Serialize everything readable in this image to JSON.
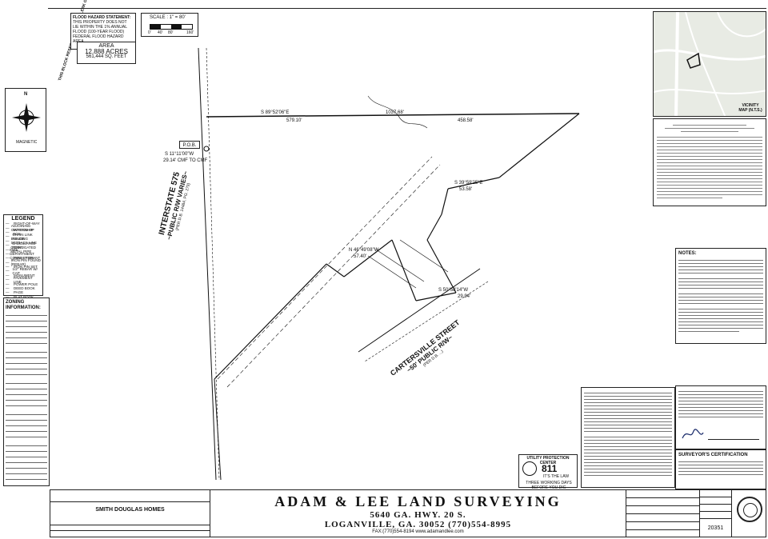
{
  "sheet": {
    "flood_hazard": {
      "title": "FLOOD HAZARD STATEMENT:",
      "text": "THIS PROPERTY DOES NOT LIE WITHIN THE 1% ANNUAL FLOOD (100-YEAR FLOOD) FEDERAL FLOOD HAZARD AREA."
    },
    "scale": {
      "label": "SCALE : 1\" = 80'",
      "ticks": [
        "0'",
        "40'",
        "80'",
        "160'"
      ]
    },
    "area": {
      "title": "AREA",
      "acres": "12.888 ACRES",
      "sqft": "561,444 SQ. FEET"
    },
    "clerk_block": "THIS BLOCK RESERVED FOR THE CLERK OF THE SUPERIOR COURT",
    "north_label": "N",
    "magnetic_label": "MAGNETIC",
    "vicinity_label": "VICINITY MAP (N.T.S.)",
    "legend": {
      "title": "LEGEND",
      "items": [
        "RIGHT-OF-WAY",
        "ADJOINING OWNERSHIP",
        "BOTTOM OF BOX",
        "CHAIN LINK FENCE",
        "BUILDING SETBACK LINE",
        "CALCULATED POINT",
        "CORRUGATED METAL PIPE",
        "FIRE DEPARTMENT CONNECTION",
        "FIRE HYDRANT",
        "IRON PIN FOUND (REBAR)",
        "IRON PIN SET",
        "1/2\" REBAR W/ CAP",
        "MONUMENT",
        "PAVEMENT LINE",
        "POWER POLE",
        "DEED BOOK",
        "PAGE",
        "PLAT BOOK",
        "POINT OF BEGINNING",
        "OVERHEAD UTILITY LINES"
      ]
    },
    "zoning_title": "ZONING INFORMATION:",
    "notes_title": "NOTES:",
    "surveyor_cert_title": "SURVEYOR'S CERTIFICATION",
    "interstate": {
      "line1": "INTERSTATE 575",
      "line2": "~PUBLIC R/W VARIES~",
      "line3": "(PER D.B. 14484, PG. 279)"
    },
    "cartersville": {
      "line1": "CARTERSVILLE STREET",
      "line2": "~50' PUBLIC R/W~",
      "line3": "(PER D.B. ...)"
    },
    "bearings": [
      {
        "text": "S 89°52'06\"E",
        "sub": "1037.68'"
      },
      {
        "text": "579.10'"
      },
      {
        "text": "458.58'"
      },
      {
        "text": "S 11°11'00\"W"
      },
      {
        "text": "29.14' CMF TO CMF"
      },
      {
        "text": "S 39°59'25\"E"
      },
      {
        "text": "53.58'"
      },
      {
        "text": "N 46°49'08\"W"
      },
      {
        "text": "57.40'"
      },
      {
        "text": "S 50°58'14\"W"
      },
      {
        "text": "29.94'"
      }
    ],
    "pob_label": "P.O.B.",
    "utility_center": {
      "title": "UTILITY PROTECTION CENTER",
      "sub": "IT'S THE LAW",
      "number": "811",
      "call": "THREE WORKING DAYS BEFORE YOU DIG"
    },
    "title_block": {
      "project_for": "SMITH DOUGLAS HOMES",
      "company": "ADAM & LEE LAND SURVEYING",
      "address1": "5640 GA. HWY. 20 S.",
      "address2": "LOGANVILLE, GA. 30052 (770)554-8995",
      "fax": "FAX:(770)554-8194 www.adamandlee.com",
      "job_number": "20351"
    }
  },
  "colors": {
    "ink": "#111111",
    "line": "#222222",
    "map_bg": "#e8ebe4"
  }
}
